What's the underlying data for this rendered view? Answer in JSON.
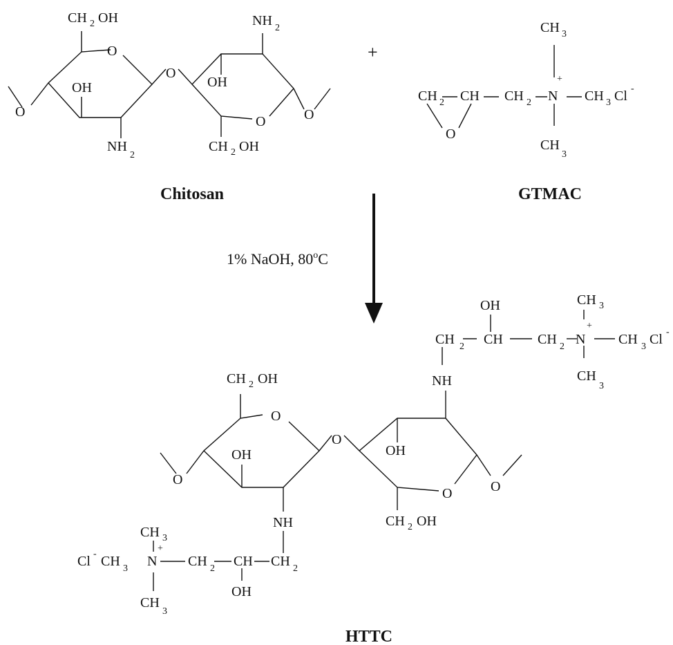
{
  "labels": {
    "chitosan": "Chitosan",
    "gtmac": "GTMAC",
    "product": "HTTC",
    "plus": "+",
    "conditions_pre": "1% NaOH, 80",
    "conditions_sup": "o",
    "conditions_post": "C"
  },
  "atoms": {
    "ch": "CH",
    "ch2_main": "CH",
    "sub2": "2",
    "sub3": "3",
    "oh": "OH",
    "o": "O",
    "nh": "NH",
    "nh2": "NH",
    "n": "N",
    "cl": "Cl",
    "plus_charge": "+",
    "minus_charge": "-"
  }
}
